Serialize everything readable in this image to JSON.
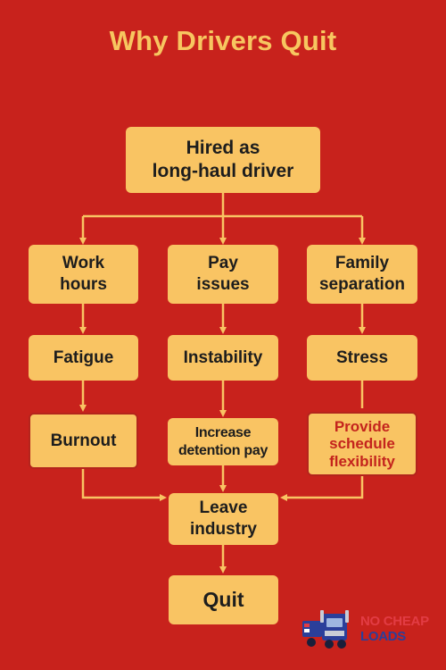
{
  "title": "Why Drivers Quit",
  "nodes": {
    "hired": "Hired as\nlong-haul driver",
    "work_hours": "Work\nhours",
    "pay_issues": "Pay\nissues",
    "family_separation": "Family\nseparation",
    "fatigue": "Fatigue",
    "instability": "Instability",
    "stress": "Stress",
    "burnout": "Burnout",
    "increase_detention_pay": "Increase\ndetention pay",
    "provide_schedule_flexibility": "Provide\nschedule\nflexibility",
    "leave_industry": "Leave\nindustry",
    "quit": "Quit"
  },
  "logo": {
    "line1": "NO CHEAP",
    "line2": "LOADS",
    "icon": "truck-icon"
  },
  "colors": {
    "background": "#c8221c",
    "box": "#f9c463",
    "title": "#f7c660",
    "arrow": "#f9c463",
    "alert_text": "#c4241d"
  }
}
